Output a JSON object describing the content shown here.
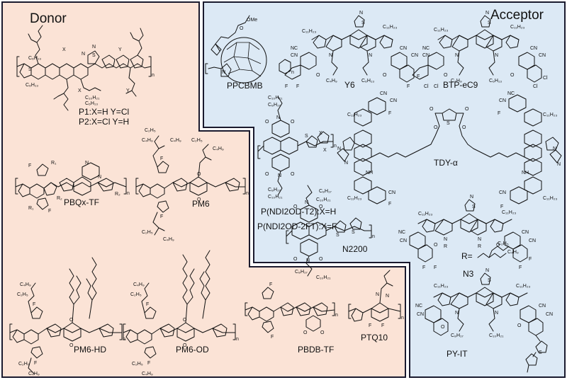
{
  "colors": {
    "donor_fill": "#fbe3d6",
    "acceptor_fill": "#dce9f5",
    "border": "#1a1a2e"
  },
  "donor": {
    "title": "Donor",
    "labels": {
      "p1": "P1:X=H Y=Cl",
      "p2": "P2:X=Cl Y=H",
      "pbqx": "PBQx-TF",
      "pm6": "PM6",
      "pm6hd": "PM6-HD",
      "pm6od": "PM6-OD",
      "pbdbtf": "PBDB-TF",
      "ptq10": "PTQ10"
    }
  },
  "acceptor": {
    "title": "Acceptor",
    "labels": {
      "ppcbmb": "PPCBMB",
      "y6": "Y6",
      "btp": "BTP-eC9",
      "tdy": "TDY-α",
      "pndi_t2": "P(NDI2OD-T2):X=H",
      "pndi_2ft": "P(NDI2OD-2FT):X=F",
      "n2200": "N2200",
      "n3": "N3",
      "r_eq": "R=",
      "pyit": "PY-IT"
    }
  },
  "atoms": {
    "S": "S",
    "N": "N",
    "O": "O",
    "F": "F",
    "Cl": "Cl",
    "X": "X",
    "Y": "Y",
    "R": "R",
    "R1": "R₁",
    "R2": "R₂",
    "n": "n",
    "NH": "NH",
    "CN": "CN",
    "NC": "NC",
    "OMe": "OMe",
    "C4H9": "C₄H₉",
    "C6H13": "C₆H₁₃",
    "C8H17": "C₈H₁₇",
    "C10H21": "C₁₀H₂₁",
    "C11H23": "C₁₁H₂₃",
    "C2H5": "C₂H₅"
  }
}
